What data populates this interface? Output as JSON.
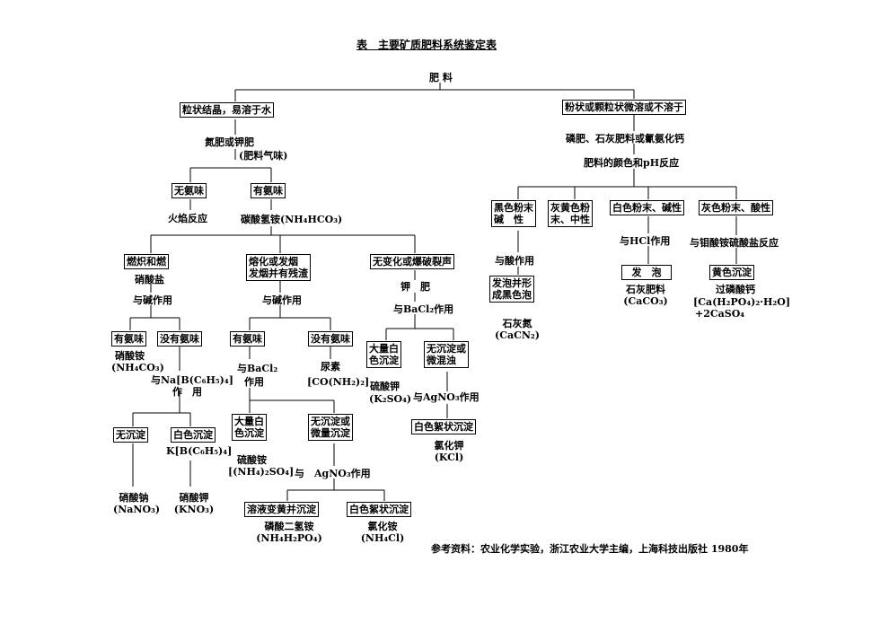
{
  "title": "表　主要矿质肥料系统鉴定表",
  "root": "肥 料",
  "left": {
    "box": "粒状结晶，易溶于水",
    "note1": "氮肥或钾肥",
    "note2": "(肥料气味)",
    "no_ammonia": "无氨味",
    "flame": "火焰反应",
    "has_ammonia": "有氨味",
    "abc": "碳酸氢铵(NH₄HCO₃)",
    "burn_box": "燃炽和燃",
    "nitrate": "硝酸盐",
    "alkali1": "与碱作用",
    "has_ammonia2": "有氨味",
    "ammonium_nitrate": "硝酸铵",
    "ammonium_nitrate_formula": "(NH₄CO₃)",
    "no_ammonia2": "没有氨味",
    "with_nabph": "与Na[B(C₆H₅)₄]",
    "with_nabph2": "作　用",
    "no_precip": "无沉淀",
    "white_precip": "白色沉淀",
    "kbph": "K[B(C₆H₅)₄]",
    "sodium_nitrate": "硝酸钠",
    "sodium_nitrate_formula": "(NaNO₃)",
    "potassium_nitrate": "硝酸钾",
    "potassium_nitrate_formula": "(KNO₃)",
    "melt_box": "熔化或发烟\n发烟并有残渣",
    "alkali2": "与碱作用",
    "has_ammonia3": "有氨味",
    "with_bacl2": "与BaCl₂",
    "with_bacl2b": "作用",
    "no_ammonia3": "没有氨味",
    "urea": "尿素",
    "urea_formula": "[CO(NH₂)₂]",
    "big_white": "大量白\n色沉淀",
    "ammonium_sulfate": "硫酸铵",
    "ammonium_sulfate_formula": "[(NH₄)₂SO₄]",
    "with_agno3": "与　AgNO₃作用",
    "no_precip_small": "无沉淀或\n微量沉淀",
    "yellow_precip": "溶液变黄并沉淀",
    "white_floc": "白色絮状沉淀",
    "map": "磷酸二氢铵",
    "map_formula": "(NH₄H₂PO₄)",
    "nh4cl": "氯化铵",
    "nh4cl_formula": "(NH₄Cl)",
    "nochange_box": "无变化或爆破裂声",
    "potash": "钾　肥",
    "with_bacl2_c": "与BaCl₂作用",
    "big_white2": "大量白\n色沉淀",
    "potassium_sulfate": "硫酸钾",
    "potassium_sulfate_formula": "(K₂SO₄)",
    "no_precip_turbid": "无沉淀或\n微混浊",
    "with_agno3_2": "与AgNO₃作用",
    "white_floc2": "白色絮状沉淀",
    "kcl": "氯化钾",
    "kcl_formula": "(KCl)"
  },
  "right": {
    "box": "粉状或颗粒状微溶或不溶于",
    "note1": "磷肥、石灰肥料或氰氨化钙",
    "note2": "肥料的颜色和pH反应",
    "black": "黑色粉末\n碱　性",
    "grey_yellow": "灰黄色粉\n末、中性",
    "white_alk": "白色粉末、碱性",
    "grey_acid": "灰色粉末、酸性",
    "with_acid": "与酸作用",
    "bubble_box": "发泡并形\n成黑色泡",
    "lime_n": "石灰氮",
    "lime_n_formula": "(CaCN₂)",
    "with_hcl": "与HCl作用",
    "foam": "发　泡",
    "lime": "石灰肥料",
    "lime_formula": "(CaCO₃)",
    "with_molyb": "与钼酸铵硫酸盐反应",
    "yellow_box": "黄色沉淀",
    "superphos": "过磷酸钙",
    "superphos_formula": "[Ca(H₂PO₄)₂·H₂O]",
    "superphos_formula2": "+2CaSO₄"
  },
  "reference": "参考资料：农业化学实验，浙江农业大学主编，上海科技出版社  1980年"
}
